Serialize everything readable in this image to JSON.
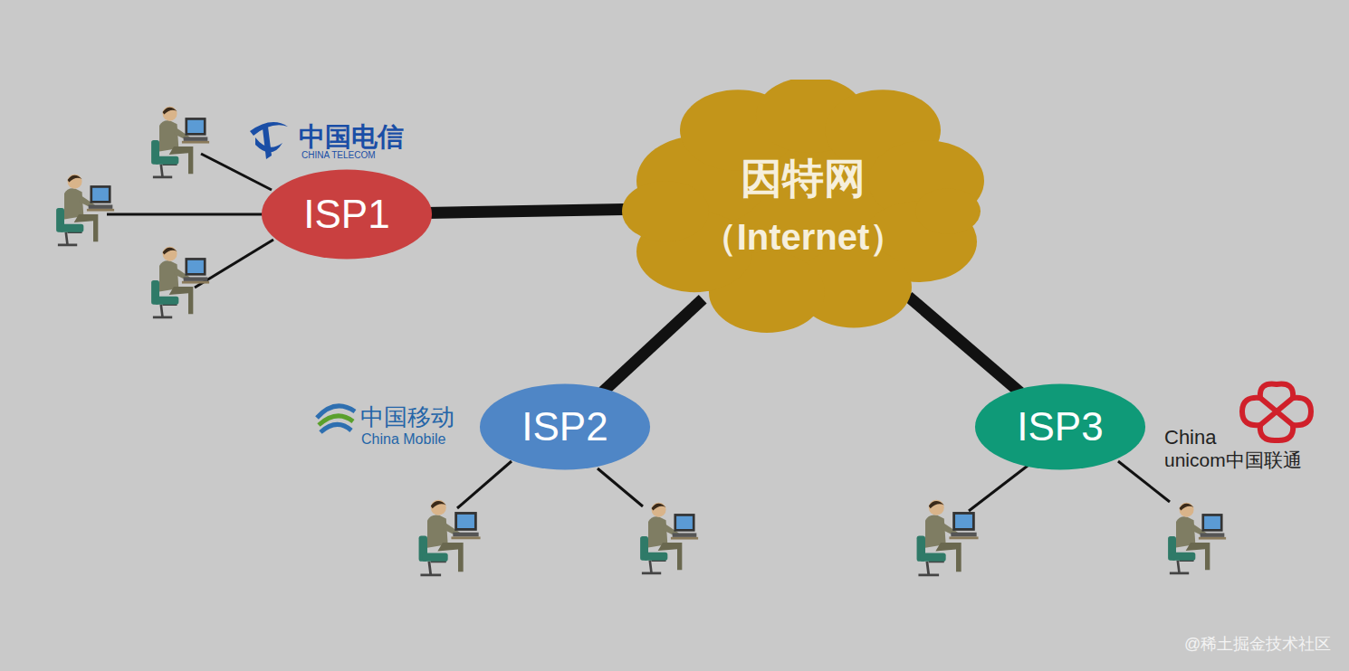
{
  "diagram": {
    "nodes": [
      {
        "text": [
          "ISP1"
        ]
      },
      {
        "text": [
          "因特网",
          "（Internet）"
        ]
      },
      {
        "text": [
          "ISP2"
        ]
      },
      {
        "text": [
          "ISP3"
        ]
      }
    ],
    "edges": [
      {
        "from": 0,
        "to": 1,
        "arrow": "none"
      },
      {
        "from": 1,
        "to": 2,
        "arrow": "none"
      },
      {
        "from": 1,
        "to": 3,
        "arrow": "none"
      }
    ],
    "labels": [
      "中国电信",
      "CHINA TELECOM",
      "中国移动",
      "China Mobile",
      "China",
      "unicom中国联通",
      "@稀土掘金技术社区"
    ]
  }
}
